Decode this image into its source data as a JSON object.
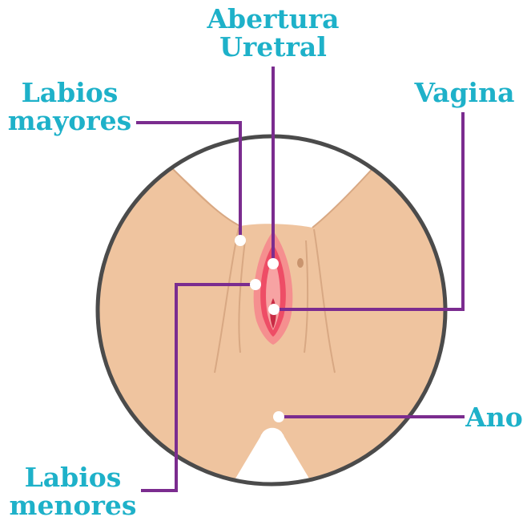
{
  "colors": {
    "label_text": "#1eb1c9",
    "leader_line": "#7b2c8f",
    "skin": "#efc49f",
    "skin_line": "#d8a883",
    "circle_border": "#4b4b4b",
    "labia_outer": "#f58f8f",
    "labia_inner": "#ee4d66",
    "opening": "#c82b45",
    "marker": "#ffffff"
  },
  "labels": {
    "urethral_opening": {
      "line1": "Abertura",
      "line2": "Uretral"
    },
    "labia_majora": {
      "line1": "Labios",
      "line2": "mayores"
    },
    "vagina": {
      "line1": "Vagina"
    },
    "anus": {
      "line1": "Ano"
    },
    "labia_minora": {
      "line1": "Labios",
      "line2": "menores"
    }
  }
}
